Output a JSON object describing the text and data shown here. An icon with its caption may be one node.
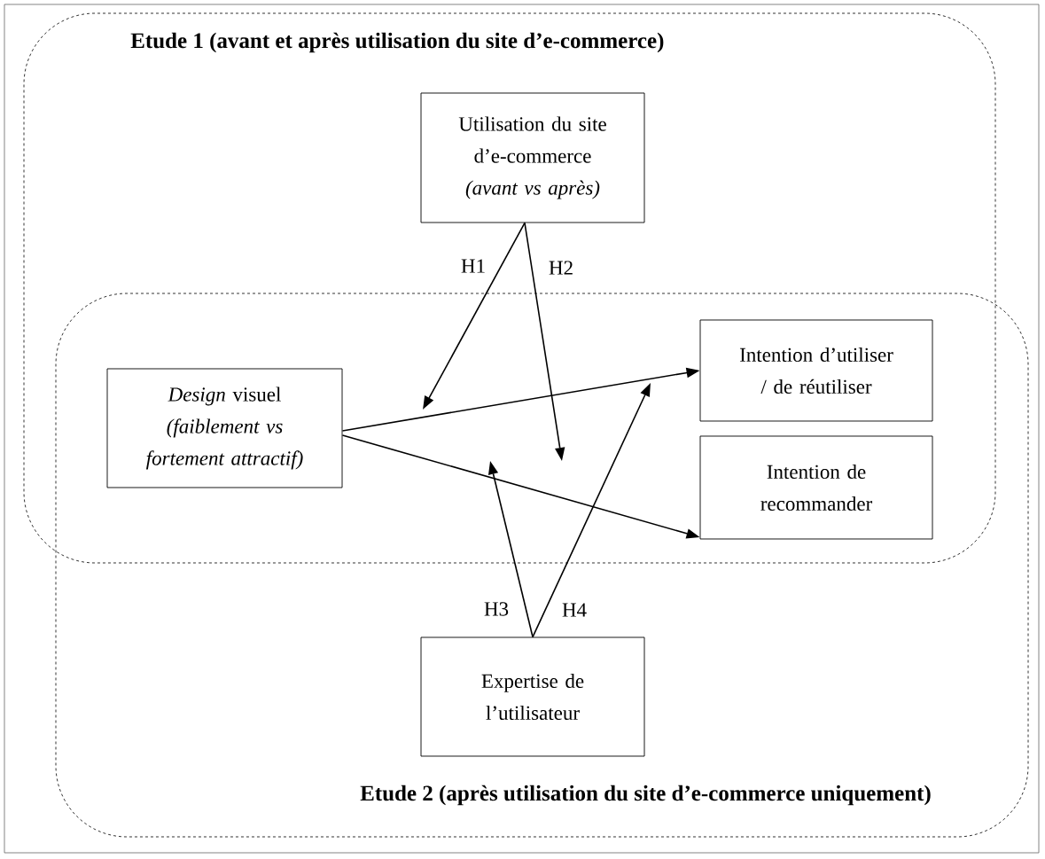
{
  "diagram": {
    "nodes": [
      {
        "text": [
          "Etude 1 (avant et après utilisation du site d’e-commerce)"
        ]
      },
      {
        "text": [
          "Etude 2 (après utilisation du site d’e-commerce uniquement)"
        ]
      },
      {
        "text": [
          "Utilisation du site d’e-commerce",
          "(avant vs après)"
        ],
        "in": 0
      },
      {
        "text": [
          "*Design* visuel",
          "(faiblement vs fortement attractif)"
        ]
      },
      {
        "text": [
          "Intention d’utiliser / de réutiliser"
        ]
      },
      {
        "text": [
          "Intention de recommander"
        ]
      },
      {
        "text": [
          "Expertise de l’utilisateur"
        ],
        "in": 1
      }
    ],
    "edges": [
      {
        "from": 3,
        "to": 4,
        "arrow": "to"
      },
      {
        "from": 3,
        "to": 5,
        "arrow": "to"
      },
      {
        "from": 2,
        "to": null,
        "arrow": "to",
        "label": "H1"
      },
      {
        "from": 2,
        "to": null,
        "arrow": "to",
        "label": "H2"
      },
      {
        "from": 6,
        "to": null,
        "arrow": "to",
        "label": "H3"
      },
      {
        "from": 6,
        "to": null,
        "arrow": "to",
        "label": "H4"
      }
    ]
  }
}
